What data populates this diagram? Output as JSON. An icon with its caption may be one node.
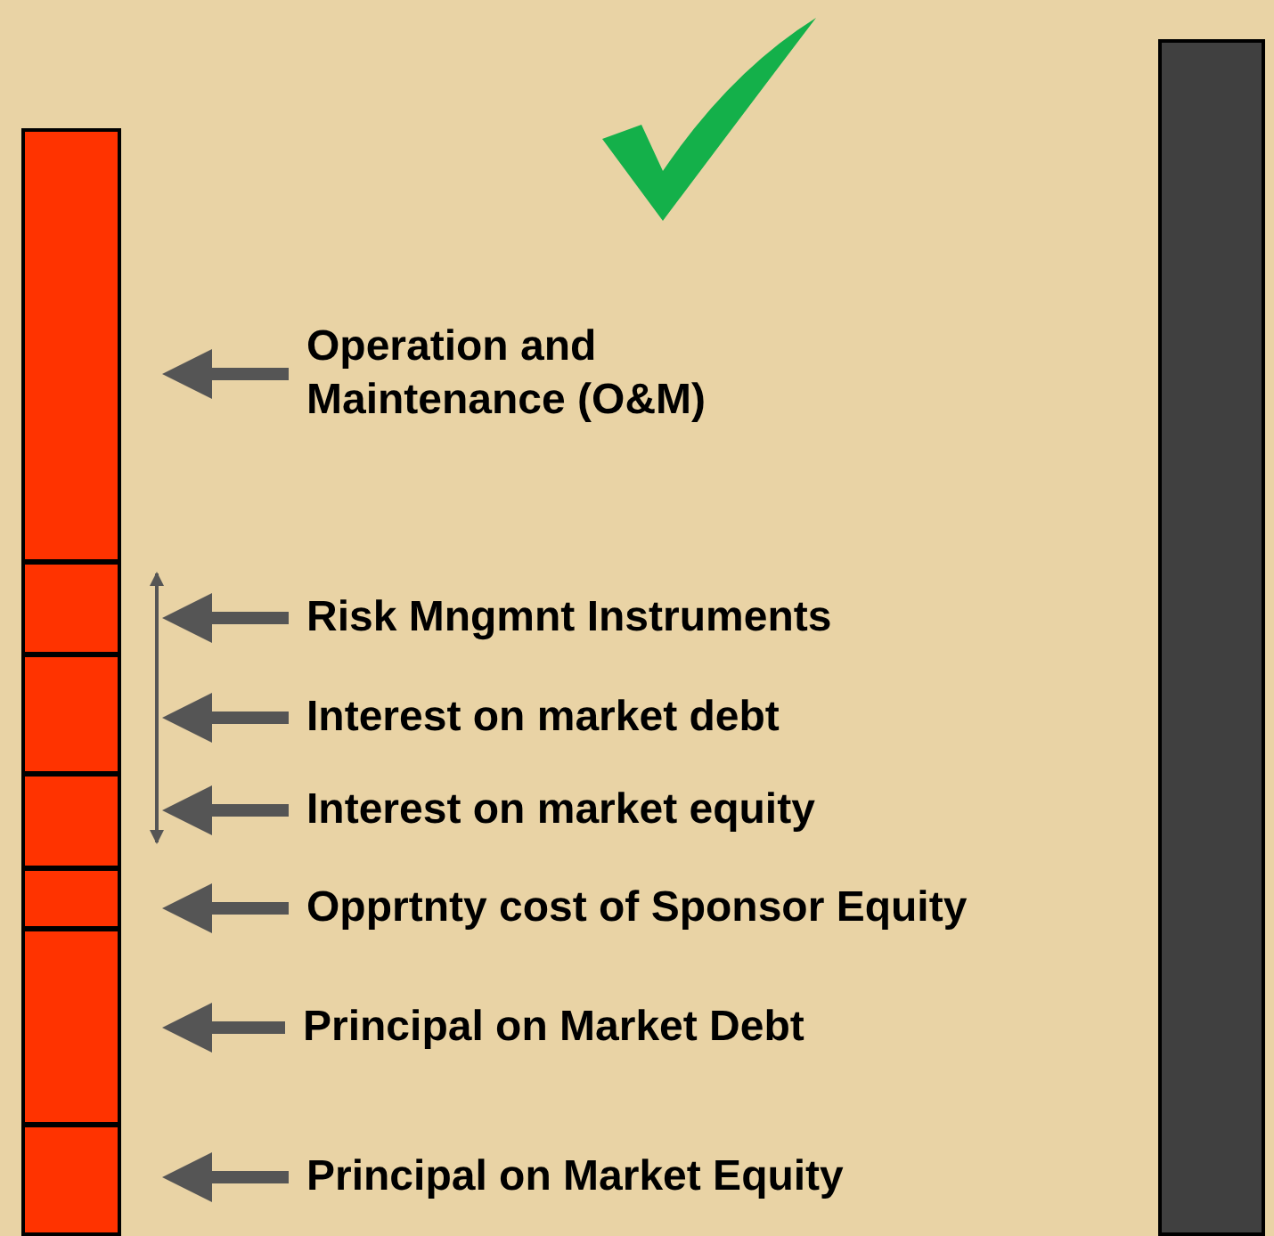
{
  "diagram": {
    "nodes": [
      {
        "text": [],
        "shape": "bar"
      },
      {
        "text": [],
        "shape": "bar"
      },
      {
        "text": [],
        "shape": "bar"
      },
      {
        "text": [],
        "shape": "bar"
      },
      {
        "text": [],
        "shape": "bar"
      },
      {
        "text": [],
        "shape": "bar"
      },
      {
        "text": [],
        "shape": "bar"
      },
      {
        "text": [
          "Operation and Maintenance (O&M)"
        ]
      },
      {
        "text": [
          "Risk Mngmnt Instruments"
        ]
      },
      {
        "text": [
          "Interest on market debt"
        ]
      },
      {
        "text": [
          "Interest on market equity"
        ]
      },
      {
        "text": [
          "Opprtnty cost of Sponsor Equity"
        ]
      },
      {
        "text": [
          "Principal on Market Debt"
        ]
      },
      {
        "text": [
          "Principal on Market Equity"
        ]
      },
      {
        "text": [],
        "shape": "bar"
      }
    ],
    "edges": [
      {
        "from": 7,
        "to": 0,
        "arrow": "to"
      },
      {
        "from": 8,
        "to": 1,
        "arrow": "to"
      },
      {
        "from": 9,
        "to": 2,
        "arrow": "to"
      },
      {
        "from": 10,
        "to": 3,
        "arrow": "to"
      },
      {
        "from": 11,
        "to": 4,
        "arrow": "to"
      },
      {
        "from": 12,
        "to": 5,
        "arrow": "to"
      },
      {
        "from": 13,
        "to": 6,
        "arrow": "to"
      },
      {
        "from": 1,
        "to": 3,
        "arrow": "both"
      }
    ]
  }
}
